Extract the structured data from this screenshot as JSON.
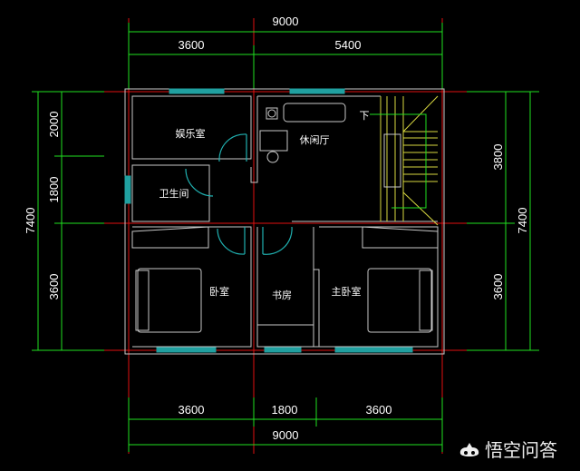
{
  "drawing": {
    "top_dims": {
      "total": "9000",
      "segments": [
        "3600",
        "5400"
      ]
    },
    "bottom_dims": {
      "total": "9000",
      "segments": [
        "3600",
        "1800",
        "3600"
      ]
    },
    "left_dims": {
      "total": "7400",
      "segments": [
        "2000",
        "1800",
        "3600"
      ]
    },
    "right_dims": {
      "total": "7400",
      "segments": [
        "3800",
        "3600"
      ]
    },
    "rooms": {
      "entertainment": "娱乐室",
      "bathroom": "卫生间",
      "lounge": "休闲厅",
      "bedroom": "卧室",
      "study": "书房",
      "master_bedroom": "主卧室",
      "stairs_down": "下"
    },
    "colors": {
      "wall": "#c8c8c8",
      "grid": "#e01010",
      "dim": "#20e020",
      "window": "#20a0a0",
      "stairs": "#d8d840",
      "axis": "#8a7a20"
    }
  },
  "watermark": {
    "text": "悟空问答"
  }
}
